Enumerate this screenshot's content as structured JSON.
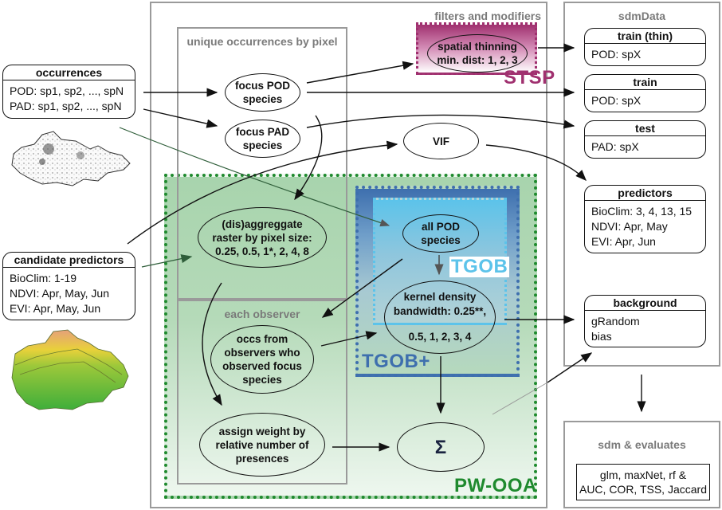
{
  "inputs": {
    "occurrences": {
      "title": "occurrences",
      "lines": [
        "POD: sp1, sp2, ..., spN",
        "PAD: sp1, sp2, ..., spN"
      ],
      "map": "occurrence-density-map"
    },
    "candidate_predictors": {
      "title": "candidate predictors",
      "lines": [
        "BioClim: 1-19",
        "NDVI: Apr, May, Jun",
        "EVI: Apr, May, Jun"
      ],
      "map": "predictor-raster-map"
    }
  },
  "filters": {
    "title": "filters and modifiers",
    "unique_title": "unique occurrences by pixel",
    "focus_pod": "focus POD species",
    "focus_pad": "focus PAD species",
    "spatial_thinning": [
      "spatial thinning",
      "min. dist: 1, 2, 3"
    ],
    "stsp_label": "STSP",
    "vif": "VIF",
    "disaggregate": [
      "(dis)aggreggate",
      "raster by pixel size:",
      "0.25, 0.5, 1*, 2, 4, 8"
    ],
    "all_pod": [
      "all POD",
      "species"
    ],
    "tgob_label": "TGOB",
    "kernel": [
      "kernel density",
      "bandwidth: 0.25**,",
      "0.5, 1, 2, 3, 4"
    ],
    "tgob_plus_label": "TGOB+",
    "each_observer_title": "each observer",
    "occs_from_observers": [
      "occs from",
      "observers who",
      "observed focus",
      "species"
    ],
    "assign_weight": [
      "assign weight by",
      "relative number of",
      "presences"
    ],
    "sum_symbol": "Σ",
    "pwooa_label": "PW-OOA"
  },
  "sdmData": {
    "title": "sdmData",
    "cards": [
      {
        "title": "train (thin)",
        "lines": [
          "POD: spX"
        ]
      },
      {
        "title": "train",
        "lines": [
          "POD: spX"
        ]
      },
      {
        "title": "test",
        "lines": [
          "PAD: spX"
        ]
      },
      {
        "title": "predictors",
        "lines": [
          "BioClim: 3, 4, 13, 15",
          "NDVI: Apr, May",
          "EVI: Apr, Jun"
        ]
      },
      {
        "title": "background",
        "lines": [
          "gRandom",
          "bias"
        ]
      }
    ]
  },
  "sdm": {
    "title": "sdm & evaluates",
    "lines": [
      "glm, maxNet, rf &",
      "AUC, COR, TSS, Jaccard"
    ]
  },
  "colors": {
    "stsp": "#a0306f",
    "pwooa": "#1f8a2e",
    "tgob": "#5cc3ea",
    "tgob_plus": "#3e6fae",
    "panel_gray": "#9a9a9a"
  }
}
